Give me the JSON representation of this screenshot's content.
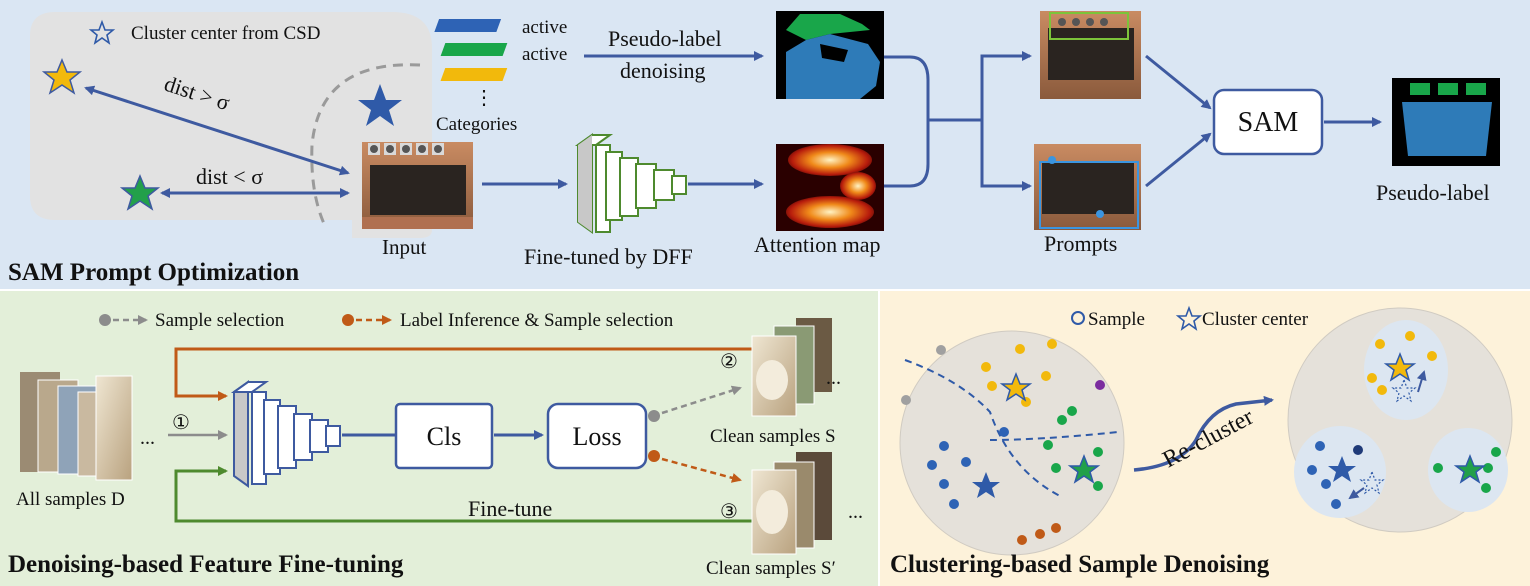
{
  "colors": {
    "panel_top": "#dae6f3",
    "panel_bottom_left": "#e3efd9",
    "panel_bottom_right": "#fdf2da",
    "arrow_blue": "#3e5aa0",
    "arrow_orange": "#c05a17",
    "arrow_green": "#4e8a2e",
    "arrow_gray": "#8c8c8c",
    "star_yellow": "#f2b90c",
    "star_green": "#22a04a",
    "star_blue": "#2f5aa8",
    "dot_yellow": "#f2b90c",
    "dot_blue": "#2e63b5",
    "dot_green": "#19a64a",
    "dot_purple": "#7b2c9f",
    "dot_gray": "#a0a0a0",
    "dot_brown": "#c05a17"
  },
  "top": {
    "title": "SAM Prompt Optimization",
    "legend_star_label": "Cluster center from CSD",
    "dist_greater": "dist > σ",
    "dist_less": "dist < σ",
    "input_label": "Input",
    "active_1": "active",
    "active_2": "active",
    "categories_label": "Categories",
    "ellipsis_vertical": "⋮",
    "pseudo_label_denoising_1": "Pseudo-label",
    "pseudo_label_denoising_2": "denoising",
    "finetuned_label": "Fine-tuned by DFF",
    "attention_map_label": "Attention map",
    "prompts_label": "Prompts",
    "sam_label": "SAM",
    "pseudo_label_output": "Pseudo-label"
  },
  "bottom_left": {
    "title": "Denoising-based Feature Fine-tuning",
    "legend_sample_selection": "Sample  selection",
    "legend_label_inference": "Label Inference & Sample selection",
    "all_samples": "All samples D",
    "step_1": "①",
    "step_2": "②",
    "step_3": "③",
    "cls_label": "Cls",
    "loss_label": "Loss",
    "clean_samples_s": "Clean samples S",
    "clean_samples_s_prime": "Clean samples S′",
    "fine_tune_label": "Fine-tune",
    "ellipsis": "...",
    "ellipsis_input": "..."
  },
  "bottom_right": {
    "title": "Clustering-based Sample Denoising",
    "legend_sample": "Sample",
    "legend_cluster_center": "Cluster center",
    "recluster_label": "Re-cluster"
  }
}
